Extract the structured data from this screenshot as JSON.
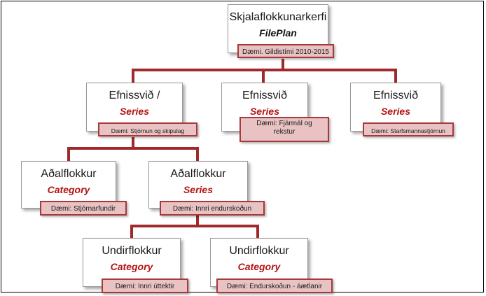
{
  "root": {
    "line1": "Skjalaflokkunarkerfi",
    "line2": "FilePlan",
    "example": "Dæmi. Gildistími  2010-2015"
  },
  "level1": [
    {
      "line1": "Efnissvið /",
      "line2": "Series",
      "example": "Dæmi: Stjórnun  og skipulag"
    },
    {
      "line1": "Efnissvið",
      "line2": "Series",
      "example": "Dæmi: Fjármál og rekstur"
    },
    {
      "line1": "Efnissvið",
      "line2": "Series",
      "example": "Dæmi: Starfsmannastjórnun"
    }
  ],
  "level2": [
    {
      "line1": "Aðalflokkur",
      "line2": "Category",
      "example": "Dæmi: Stjórnarfundir"
    },
    {
      "line1": "Aðalflokkur",
      "line2": "Series",
      "example": "Dæmi: Innri endurskoðun"
    }
  ],
  "level3": [
    {
      "line1": "Undirflokkur",
      "line2": "Category",
      "example": "Dæmi: Innri úttektir"
    },
    {
      "line1": "Undirflokkur",
      "line2": "Category",
      "example": "Dæmi: Endurskoðun - áætlanir"
    }
  ],
  "colors": {
    "connector": "#a0292b",
    "accent_text": "#b31313",
    "tag_fill": "#e9c3c3",
    "tag_border": "#a8383a"
  }
}
